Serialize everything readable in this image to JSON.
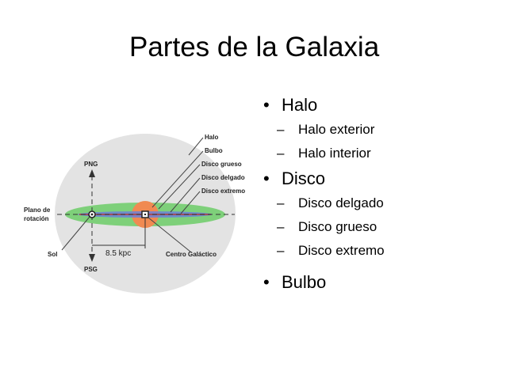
{
  "title": "Partes de la Galaxia",
  "diagram": {
    "labels": {
      "halo": "Halo",
      "bulbo": "Bulbo",
      "disco_grueso": "Disco grueso",
      "disco_delgado": "Disco delgado",
      "disco_extremo": "Disco extremo",
      "png": "PNG",
      "psg": "PSG",
      "plano_line1": "Plano de",
      "plano_line2": "rotación",
      "sol": "Sol",
      "distance": "8.5 kpc",
      "centro": "Centro Galáctico"
    },
    "colors": {
      "halo": "#e3e3e3",
      "thick_disk": "#7ed07a",
      "thin_disk": "#6b7fd9",
      "extreme_disk": "#b43a3a",
      "bulge": "#f08a52"
    }
  },
  "bullets": [
    {
      "level": 1,
      "text": "Halo"
    },
    {
      "level": 2,
      "text": "Halo exterior"
    },
    {
      "level": 2,
      "text": "Halo interior"
    },
    {
      "level": 1,
      "text": "Disco"
    },
    {
      "level": 2,
      "text": "Disco delgado"
    },
    {
      "level": 2,
      "text": "Disco grueso"
    },
    {
      "level": 2,
      "text": "Disco extremo"
    },
    {
      "level": 1,
      "text": "Bulbo"
    }
  ]
}
